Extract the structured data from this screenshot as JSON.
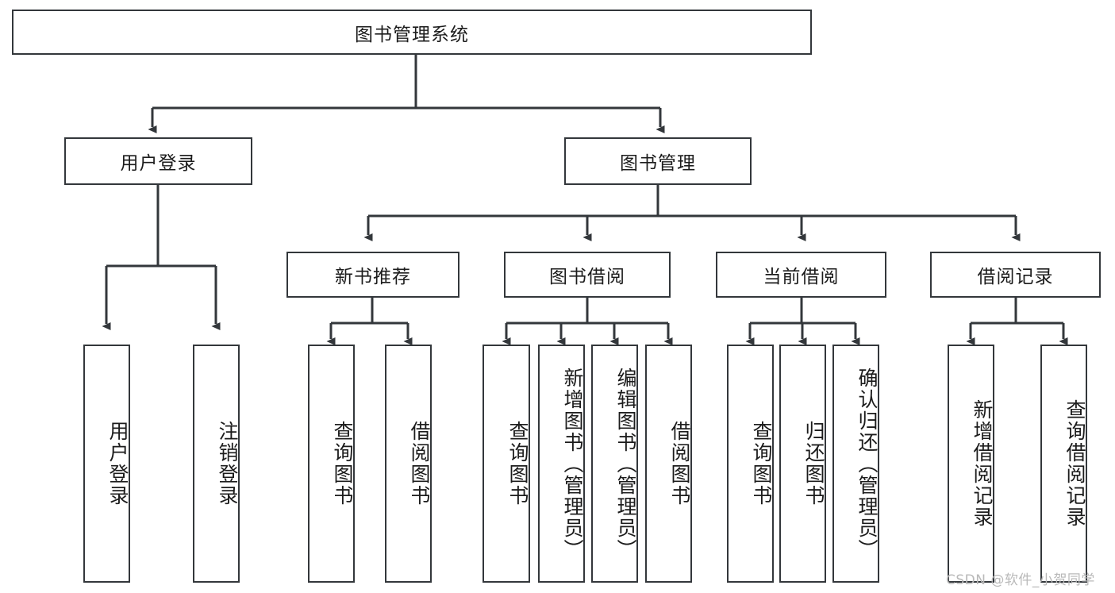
{
  "diagram": {
    "type": "tree-hierarchy",
    "title": "图书管理系统",
    "root": {
      "label": "图书管理系统"
    },
    "level2": [
      {
        "label": "用户登录"
      },
      {
        "label": "图书管理"
      }
    ],
    "level3": [
      {
        "label": "新书推荐"
      },
      {
        "label": "图书借阅"
      },
      {
        "label": "当前借阅"
      },
      {
        "label": "借阅记录"
      }
    ],
    "leaves": {
      "user_login": [
        {
          "label": "用户登录"
        },
        {
          "label": "注销登录"
        }
      ],
      "new_book_recommend": [
        {
          "label": "查询图书"
        },
        {
          "label": "借阅图书"
        }
      ],
      "book_borrow": [
        {
          "label": "查询图书"
        },
        {
          "label": "新增图书（管理员）"
        },
        {
          "label": "编辑图书（管理员）"
        },
        {
          "label": "借阅图书"
        }
      ],
      "current_borrow": [
        {
          "label": "查询图书"
        },
        {
          "label": "归还图书"
        },
        {
          "label": "确认归还（管理员）"
        }
      ],
      "borrow_record": [
        {
          "label": "新增借阅记录"
        },
        {
          "label": "查询借阅记录"
        }
      ]
    }
  },
  "watermark": {
    "text": "CSDN @软件_小贺同学"
  },
  "colors": {
    "stroke": "#33373b",
    "background": "#ffffff",
    "text": "#1c1c1c",
    "watermark": "#b9b9b9"
  }
}
